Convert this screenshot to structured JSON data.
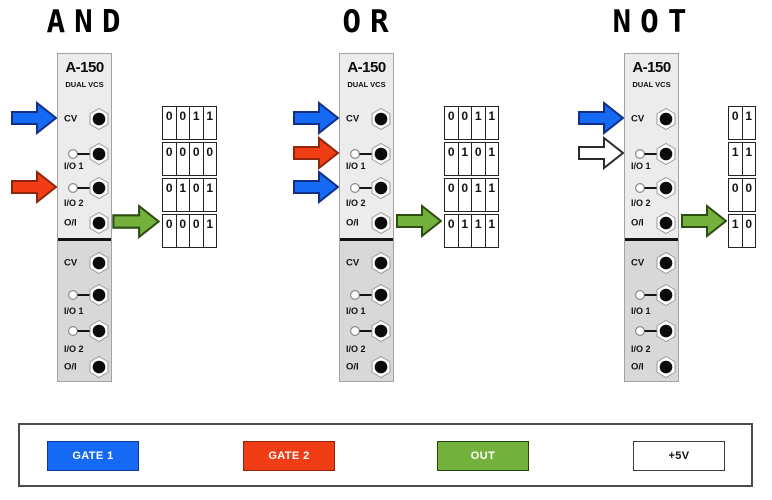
{
  "sections": {
    "and": {
      "title": "AND",
      "inputs": [
        "GATE 1 to CV",
        "GATE 2 to I/O 2"
      ],
      "table_rows": [
        [
          "0",
          "0",
          "1",
          "1"
        ],
        [
          "0",
          "0",
          "0",
          "0"
        ],
        [
          "0",
          "1",
          "0",
          "1"
        ],
        [
          "0",
          "0",
          "0",
          "1"
        ]
      ]
    },
    "or": {
      "title": "OR",
      "inputs": [
        "GATE 1 to CV",
        "GATE 2 to I/O 1",
        "GATE 1 to I/O 2"
      ],
      "table_rows": [
        [
          "0",
          "0",
          "1",
          "1"
        ],
        [
          "0",
          "1",
          "0",
          "1"
        ],
        [
          "0",
          "0",
          "1",
          "1"
        ],
        [
          "0",
          "1",
          "1",
          "1"
        ]
      ]
    },
    "not": {
      "title": "NOT",
      "inputs": [
        "GATE 1 to CV",
        "+5V to I/O 1"
      ],
      "table_rows": [
        [
          "0",
          "1"
        ],
        [
          "1",
          "1"
        ],
        [
          "0",
          "0"
        ],
        [
          "1",
          "0"
        ]
      ]
    }
  },
  "module": {
    "model": "A-150",
    "subtitle": "DUAL VCS",
    "jacks": {
      "cv": "CV",
      "io1": "I/O 1",
      "io2": "I/O 2",
      "oi": "O/I"
    }
  },
  "legend": {
    "gate1": {
      "label": "GATE 1",
      "color": "#1569f2"
    },
    "gate2": {
      "label": "GATE 2",
      "color": "#f03d15"
    },
    "out": {
      "label": "OUT",
      "color": "#74b03c"
    },
    "plus5v": {
      "label": "+5V",
      "color": "#ffffff"
    }
  }
}
